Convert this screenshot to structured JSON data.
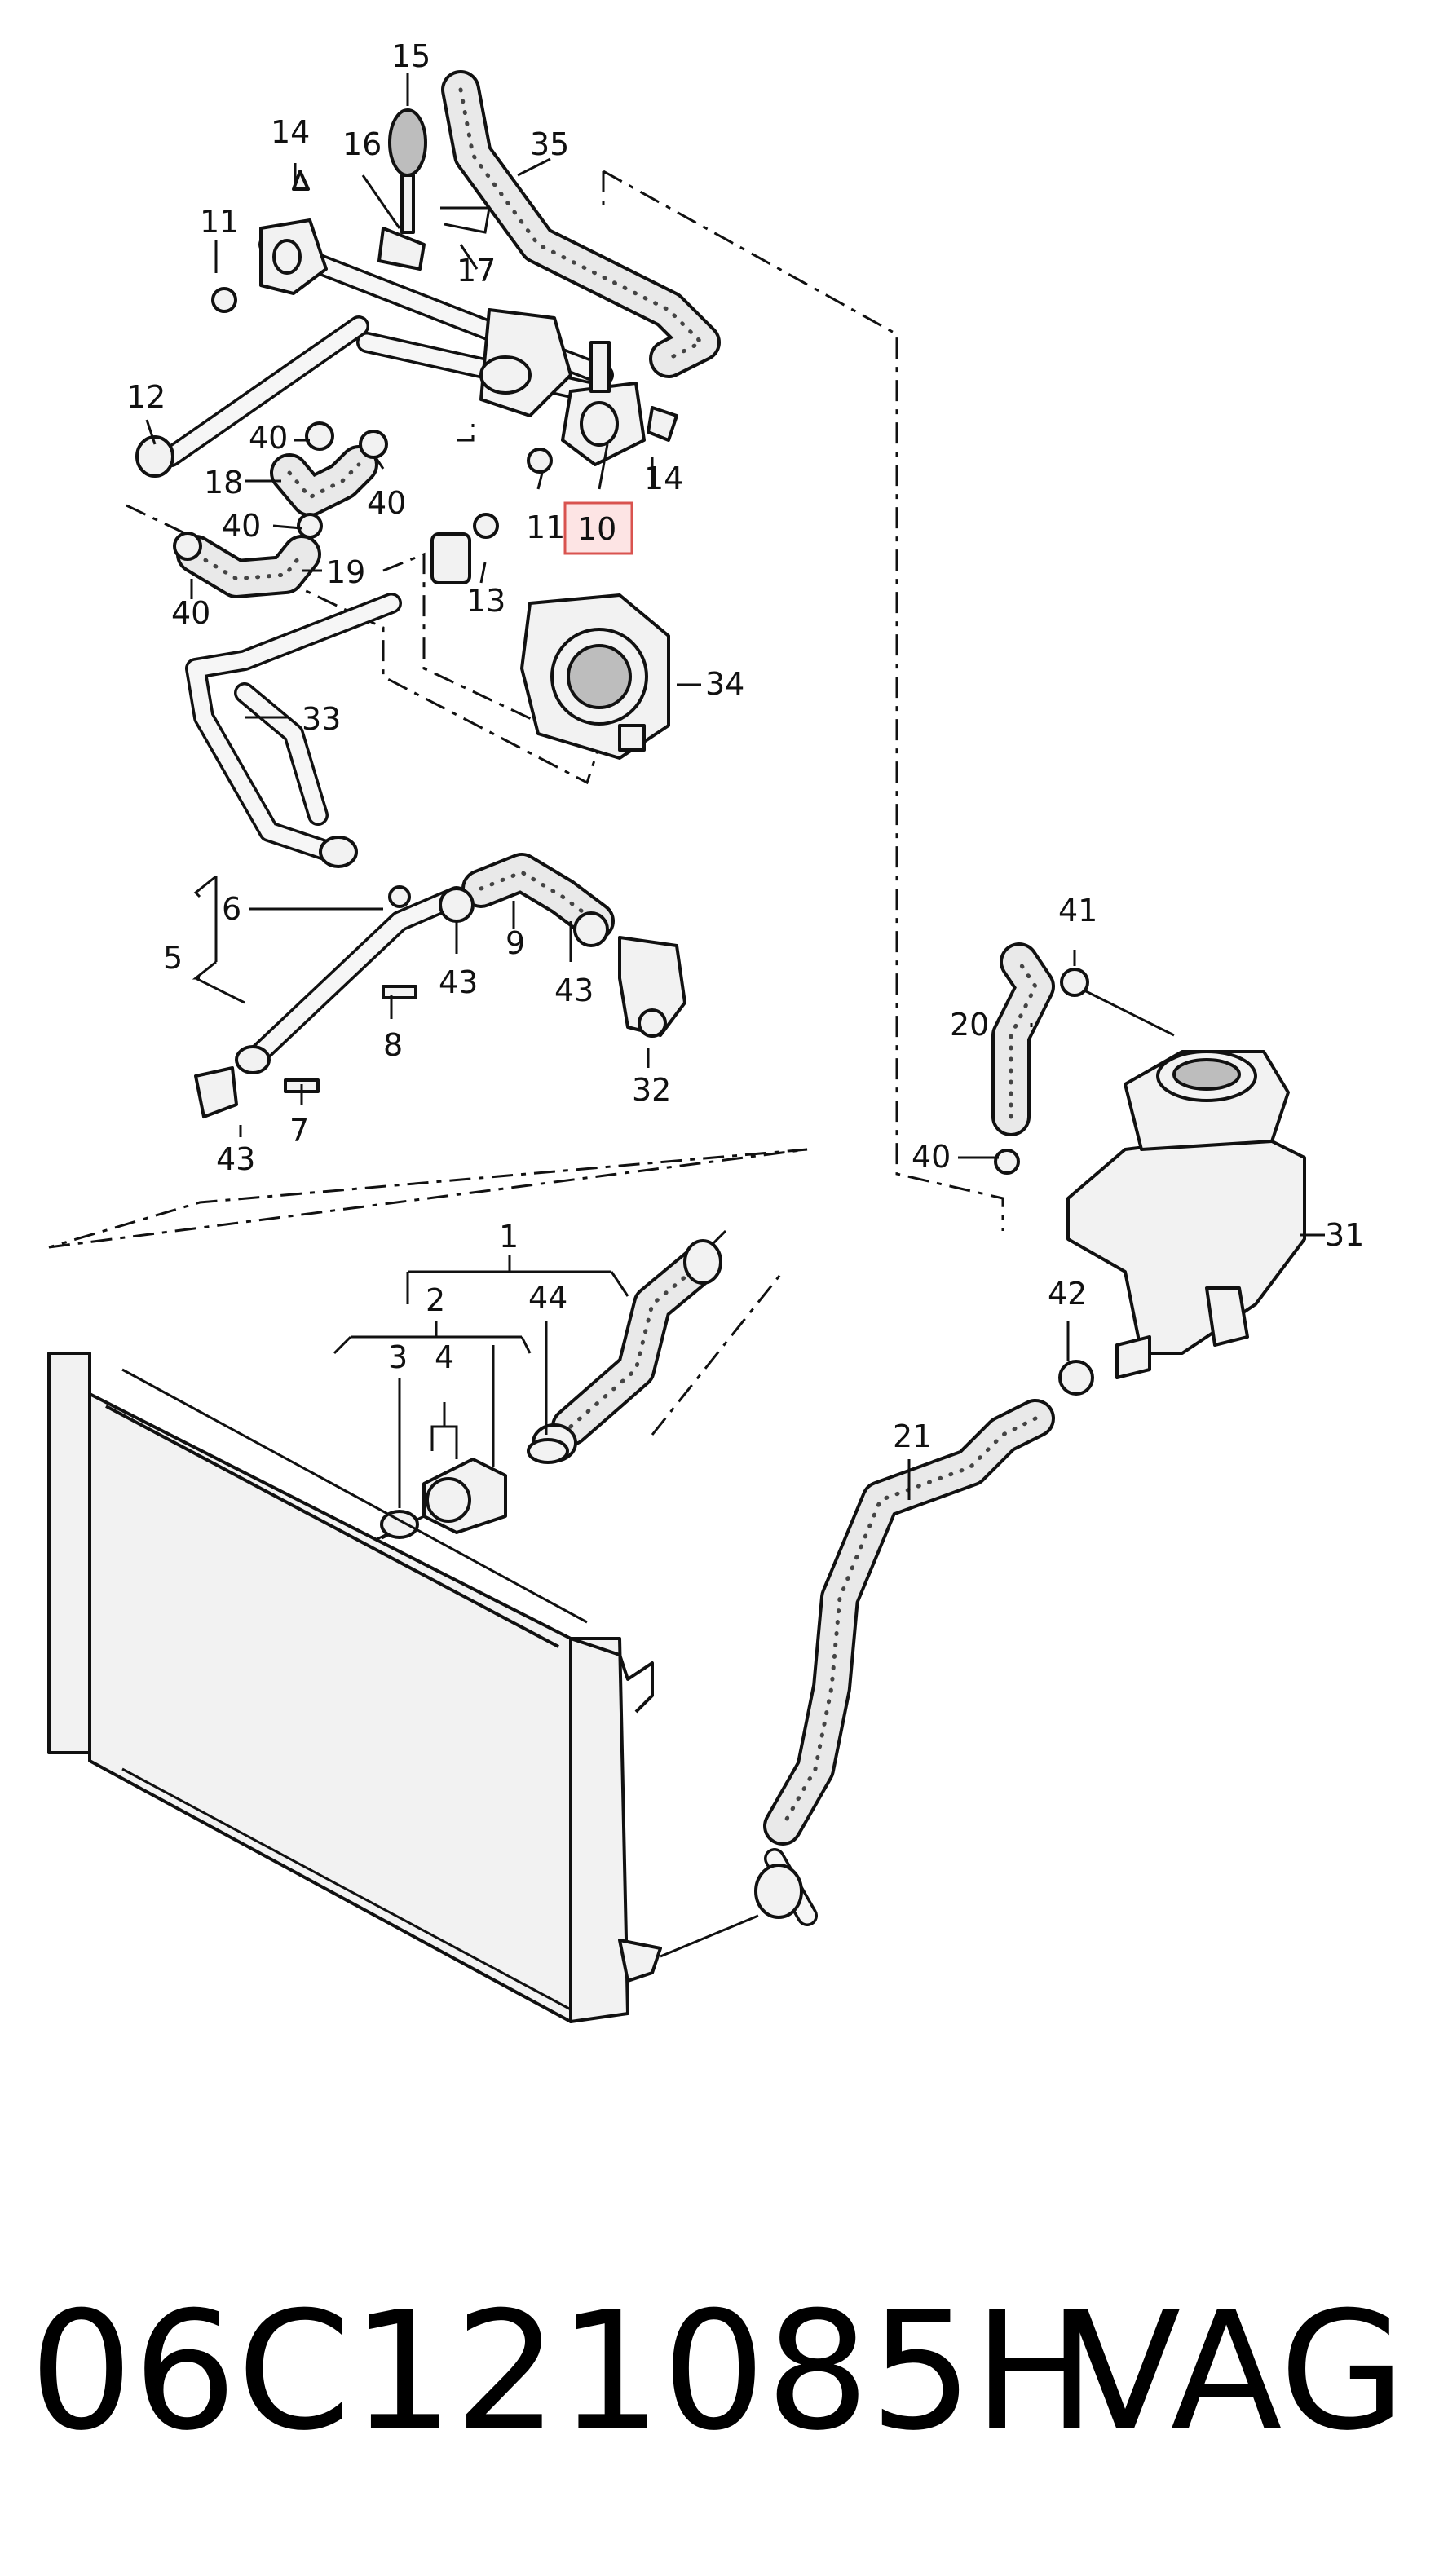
{
  "callouts": {
    "c1": "1",
    "c2": "2",
    "c3": "3",
    "c4": "4",
    "c5": "5",
    "c6": "6",
    "c7": "7",
    "c8": "8",
    "c9": "9",
    "c10": "10",
    "c11a": "11",
    "c11b": "11",
    "c12": "12",
    "c13": "13",
    "c14a": "14",
    "c14b": "14",
    "c15": "15",
    "c16": "16",
    "c17": "17",
    "c18": "18",
    "c19": "19",
    "c20": "20",
    "c21": "21",
    "c31": "31",
    "c32": "32",
    "c33": "33",
    "c34": "34",
    "c35": "35",
    "c40a": "40",
    "c40b": "40",
    "c40c": "40",
    "c40d": "40",
    "c40e": "40",
    "c41": "41",
    "c42": "42",
    "c43a": "43",
    "c43b": "43",
    "c43c": "43",
    "c44": "44"
  },
  "highlighted_callout": "10",
  "footer": {
    "part_number": "06C121085H",
    "brand": "VAG"
  }
}
